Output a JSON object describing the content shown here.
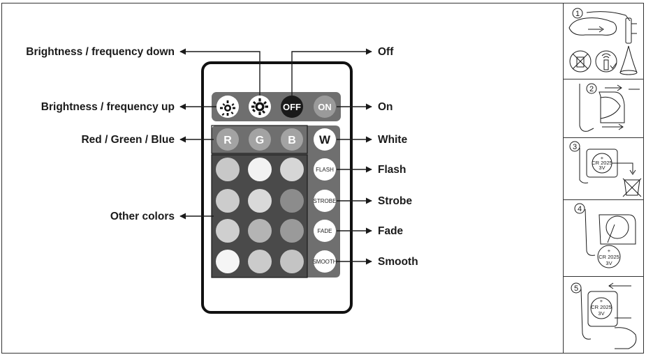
{
  "labels": {
    "brightness_down": "Brightness / frequency down",
    "brightness_up": "Brightness / frequency up",
    "rgb": "Red / Green / Blue",
    "other_colors": "Other colors",
    "off": "Off",
    "on": "On",
    "white": "White",
    "flash": "Flash",
    "strobe": "Strobe",
    "fade": "Fade",
    "smooth": "Smooth"
  },
  "remote": {
    "buttons": {
      "off": "OFF",
      "on": "ON",
      "r": "R",
      "g": "G",
      "b": "B",
      "w": "W",
      "flash": "FLASH",
      "strobe": "STROBE",
      "fade": "FADE",
      "smooth": "SMOOTH"
    },
    "color_grid": [
      [
        "#c8c8c8",
        "#f2f2f2",
        "#d6d6d6"
      ],
      [
        "#cccccc",
        "#d9d9d9",
        "#8c8c8c"
      ],
      [
        "#cfcfcf",
        "#b4b4b4",
        "#9a9a9a"
      ],
      [
        "#f5f5f5",
        "#cbcbcb",
        "#c4c4c4"
      ]
    ]
  },
  "steps": {
    "step1": "1",
    "step2": "2",
    "step3": "3",
    "step4": "4",
    "step5": "5",
    "battery_model": "CR 2025",
    "battery_voltage": "3V"
  },
  "colors": {
    "ink": "#1a1a1a",
    "remote_panel": "#6f6f6f",
    "off_button": "#1a1a1a",
    "on_button": "#9a9a9a",
    "rgb_button": "#a3a3a3"
  }
}
